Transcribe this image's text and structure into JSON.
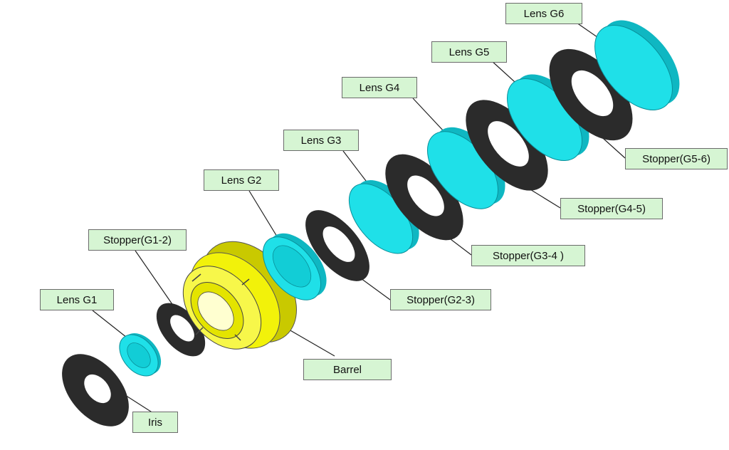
{
  "diagram": {
    "labels": {
      "lens_g1": "Lens G1",
      "iris": "Iris",
      "stopper_g1_2": "Stopper(G1-2)",
      "lens_g2": "Lens G2",
      "barrel": "Barrel",
      "stopper_g2_3": "Stopper(G2-3)",
      "lens_g3": "Lens G3",
      "stopper_g3_4": "Stopper(G3-4 )",
      "lens_g4": "Lens G4",
      "stopper_g4_5": "Stopper(G4-5)",
      "lens_g5": "Lens G5",
      "lens_g6": "Lens G6",
      "stopper_g5_6": "Stopper(G5-6)"
    },
    "colors": {
      "label_fill": "#d6f5d3",
      "label_border": "#6b6b6b",
      "lens": "#1fe0e8",
      "lens_edge": "#0fb7c2",
      "stopper": "#2b2b2b",
      "barrel": "#f2f20a",
      "barrel_shade": "#c9c900"
    }
  }
}
